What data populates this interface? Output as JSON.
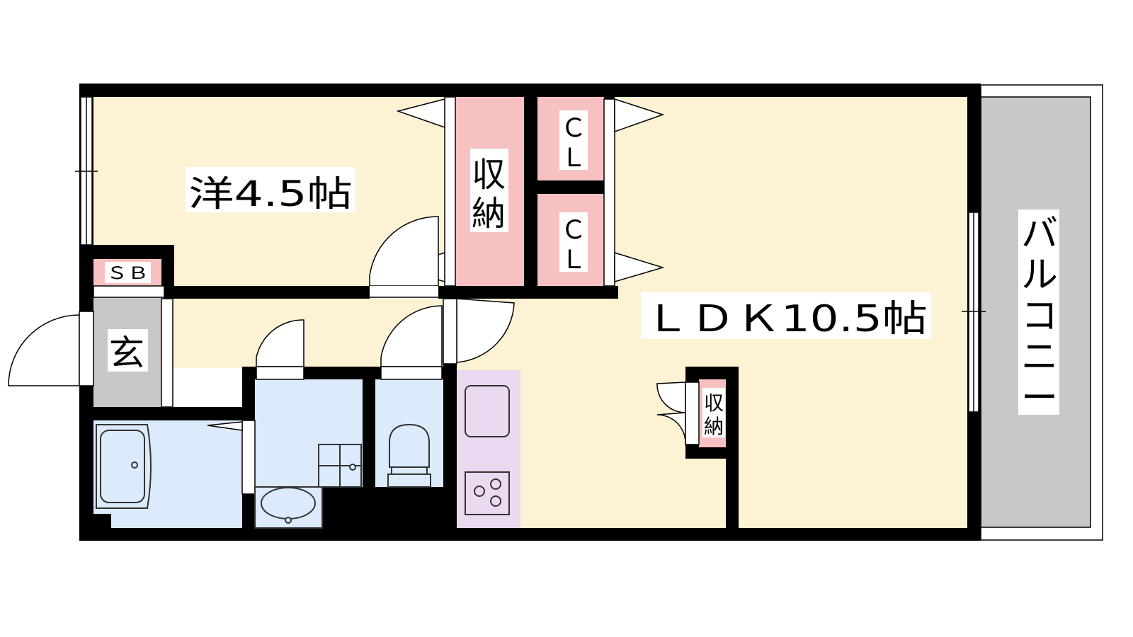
{
  "rooms": {
    "western": "洋4.5帖",
    "ldk": "ＬＤＫ10.5帖",
    "entrance": "玄",
    "shoe_box": "ＳＢ",
    "storage_main": [
      "収",
      "納"
    ],
    "storage_small": [
      "収",
      "納"
    ],
    "closet_upper": [
      "Ｃ",
      "Ｌ"
    ],
    "closet_lower": [
      "Ｃ",
      "Ｌ"
    ],
    "balcony": [
      "バ",
      "ル",
      "コ",
      "ニ",
      "ー"
    ]
  },
  "colors": {
    "wall": "#000000",
    "floor_room": "#fdf2d4",
    "storage": "#f8c1c1",
    "wet_area": "#dcebfb",
    "kitchen": "#ead9f0",
    "entrance_floor": "#c8c8c8",
    "balcony_floor": "#c8c8c8",
    "door_triangle": "#ffffff",
    "fixture_stroke": "#333333"
  }
}
